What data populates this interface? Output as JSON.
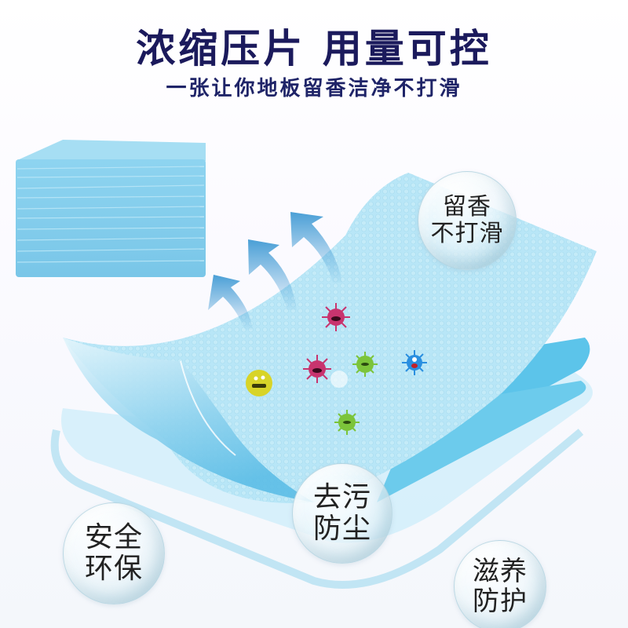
{
  "banner": {
    "headline": "浓缩压片 用量可控",
    "subline": "一张让你地板留香洁净不打滑",
    "headline_color": "#1b1a5c",
    "subline_color": "#1f2468"
  },
  "illustration": {
    "product": "stack-of-blue-cleaning-sheets",
    "sheet_color": "#8fd3ee",
    "arrow_color": "#4a9fd6",
    "arrows_count": 3,
    "germs": [
      {
        "color": "magenta",
        "hex": "#c8346e"
      },
      {
        "color": "magenta",
        "hex": "#c8346e"
      },
      {
        "color": "yellow",
        "hex": "#d8d428"
      },
      {
        "color": "green",
        "hex": "#7cc43a"
      },
      {
        "color": "green",
        "hex": "#7cc43a"
      },
      {
        "color": "blue",
        "hex": "#2a8fe0"
      }
    ]
  },
  "bubbles": {
    "fragrance": {
      "line1": "留香",
      "line2": "不打滑"
    },
    "safe": {
      "line1": "安全",
      "line2": "环保"
    },
    "stain": {
      "line1": "去污",
      "line2": "防尘"
    },
    "nourish": {
      "line1": "滋养",
      "line2": "防护"
    }
  }
}
